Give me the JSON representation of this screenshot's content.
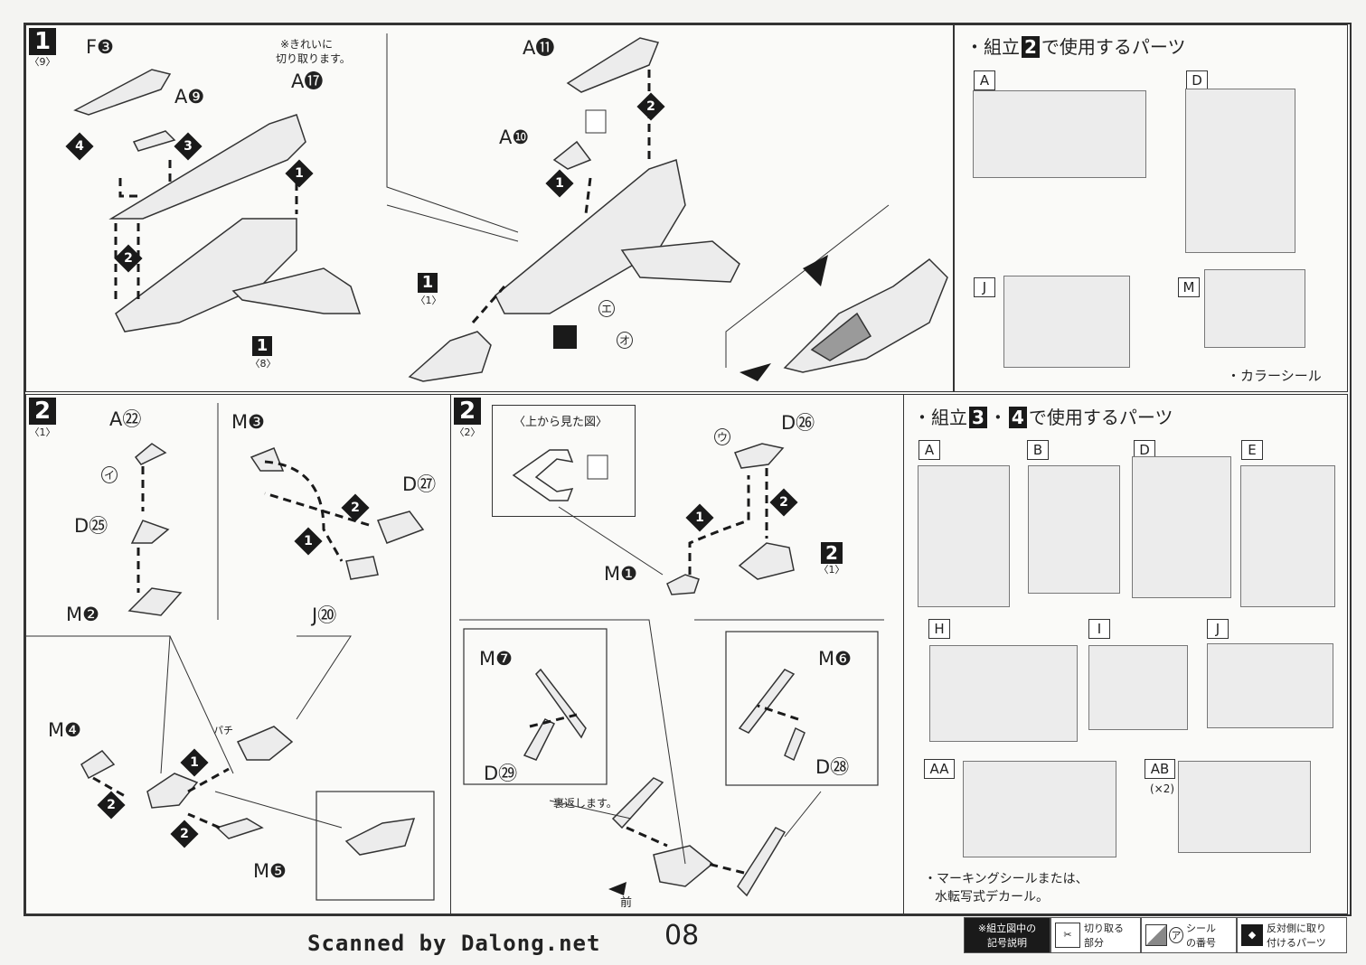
{
  "panel1": {
    "step": "1",
    "sub": "〈9〉",
    "note_line1": "※きれいに",
    "note_line2": "切り取ります。",
    "parts": [
      "F❸",
      "A❾",
      "A⓱",
      "A⓫",
      "A❿"
    ],
    "ref_step": "1",
    "ref_sub1": "〈8〉",
    "ref_sub2": "〈1〉",
    "sticker_e": "エ",
    "sticker_o": "オ"
  },
  "parts_a": {
    "title_prefix": "・組立",
    "title_num": "2",
    "title_suffix": "で使用するパーツ",
    "letters": [
      "A",
      "D",
      "J",
      "M"
    ],
    "note": "・カラーシール"
  },
  "panel2a": {
    "step": "2",
    "sub": "〈1〉",
    "parts": [
      "A㉒",
      "D㉕",
      "M❷",
      "M❸",
      "D㉗",
      "J⑳",
      "M❹",
      "M❺"
    ],
    "sticker_i": "イ",
    "badge_text": "パチ"
  },
  "panel2b": {
    "step": "2",
    "sub": "〈2〉",
    "topview": "〈上から見た図〉",
    "parts": [
      "D㉖",
      "M❶",
      "M❼",
      "D㉙",
      "M❻",
      "D㉘"
    ],
    "ref_step": "2",
    "ref_sub": "〈1〉",
    "sticker_u": "ウ",
    "flip_note": "裏返します。",
    "front": "前"
  },
  "parts_b": {
    "title_prefix": "・組立",
    "num1": "3",
    "sep": "・",
    "num2": "4",
    "title_suffix": "で使用するパーツ",
    "letters": [
      "A",
      "B",
      "D",
      "E",
      "H",
      "I",
      "J",
      "AA",
      "AB"
    ],
    "ab_count": "(×2)",
    "note_line1": "・マーキングシールまたは、",
    "note_line2": "水転写式デカール。"
  },
  "footer": {
    "brand": "Scanned by Dalong.net",
    "page": "08",
    "legend_title_1": "※組立図中の",
    "legend_title_2": "記号説明",
    "legend_cut_1": "切り取る",
    "legend_cut_2": "部分",
    "legend_seal_1": "シール",
    "legend_seal_2": "の番号",
    "legend_seal_mark": "ア",
    "legend_opp_1": "反対側に取り",
    "legend_opp_2": "付けるパーツ"
  },
  "colors": {
    "ink": "#1a1a1a",
    "paper": "#fafaf8",
    "part": "#ededed"
  }
}
